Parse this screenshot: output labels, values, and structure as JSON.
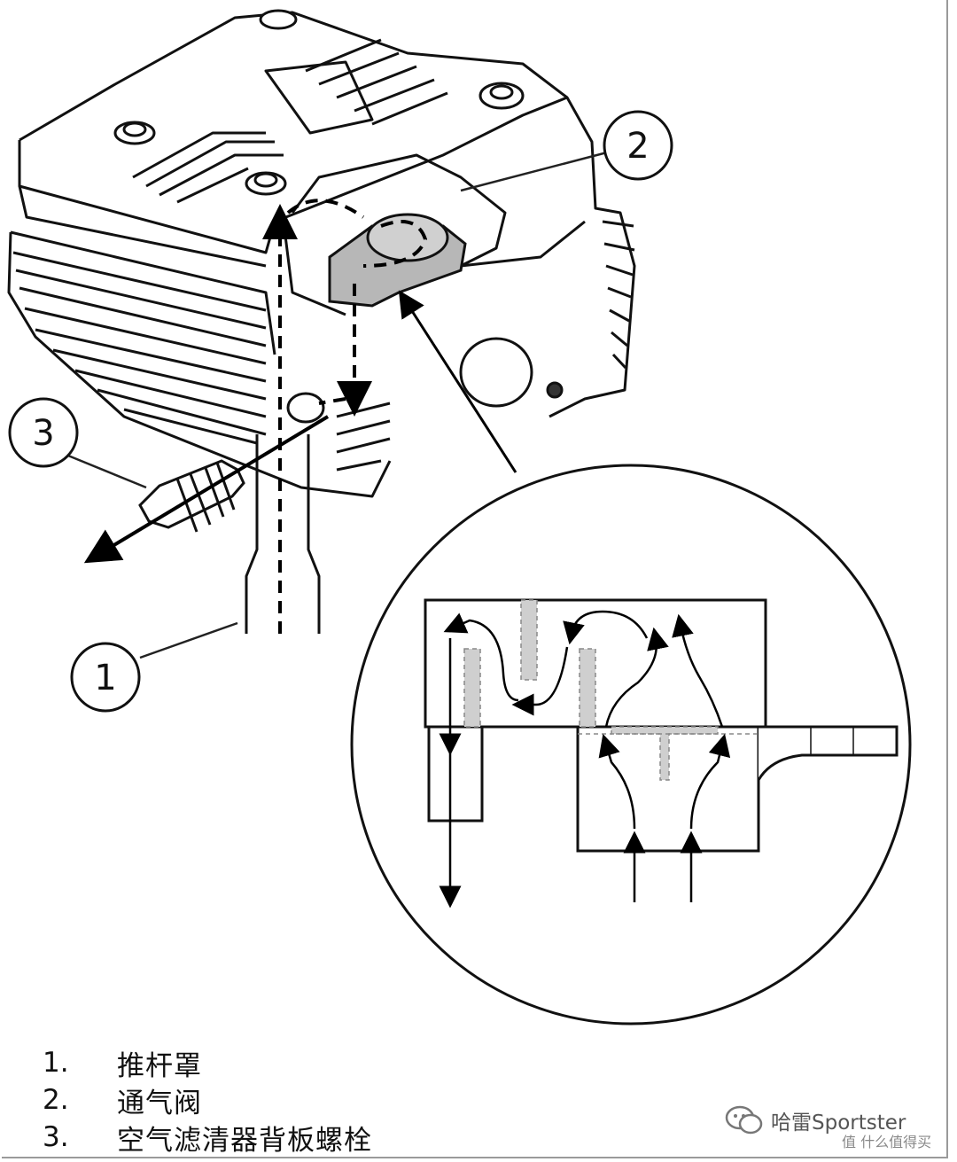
{
  "callouts": [
    {
      "number": "1"
    },
    {
      "number": "2"
    },
    {
      "number": "3"
    }
  ],
  "legend": [
    {
      "num": "1.",
      "label": "推杆罩"
    },
    {
      "num": "2.",
      "label": "通气阀"
    },
    {
      "num": "3.",
      "label": "空气滤清器背板螺栓"
    }
  ],
  "watermark": {
    "text": "哈雷Sportster",
    "sub": "值 什么值得买",
    "icon": "wechat-icon"
  }
}
